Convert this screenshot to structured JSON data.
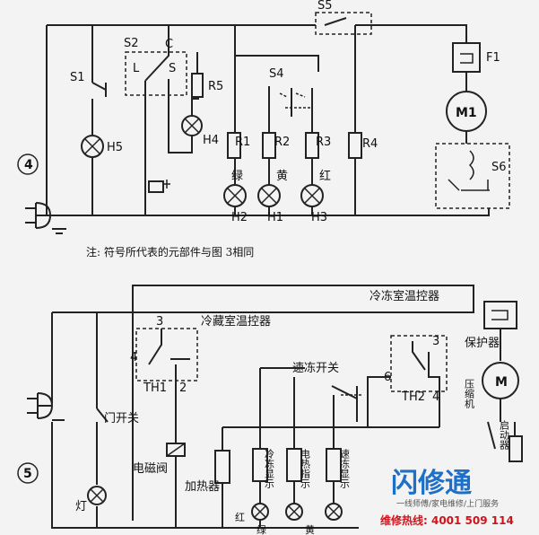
{
  "diagram_top": {
    "figure_number": "4",
    "components": {
      "s1": "S1",
      "s2": "S2",
      "s4": "S4",
      "s5": "S5",
      "s6": "S6",
      "h5": "H5",
      "h1": "H1",
      "h2": "H2",
      "h3": "H3",
      "h4": "H4",
      "r1": "R1",
      "r2": "R2",
      "r3": "R3",
      "r4": "R4",
      "r5": "R5",
      "f1": "F1",
      "m1": "M1",
      "s2_c": "C",
      "s2_l": "L",
      "s2_s": "S",
      "lamp_green": "绿",
      "lamp_yellow": "黄",
      "lamp_red": "红"
    },
    "note": "注: 符号所代表的元部件与图 3相同"
  },
  "diagram_bottom": {
    "figure_number": "5",
    "labels": {
      "freezer_thermostat": "冷冻室温控器",
      "fridge_thermostat": "冷藏室温控器",
      "protector": "保护器",
      "compressor": "压缩机",
      "starter": "启动器",
      "quick_freeze_switch": "速冻开关",
      "door_switch": "门开关",
      "solenoid_valve": "电磁阀",
      "heater": "加热器",
      "lamp": "灯",
      "freeze_display": "冷冻显示",
      "electric_heat_indicator": "电热指示",
      "quick_freeze_display": "速冻显示",
      "color_red": "红",
      "color_green": "绿",
      "color_yellow": "黄",
      "th1": "TH1",
      "th2": "TH2",
      "m": "M",
      "pin3_th1": "3",
      "pin4_th1": "4",
      "pin2_th1": "2",
      "pin3_th2": "3",
      "pin6_th2": "6",
      "pin4_th2": "4"
    }
  },
  "watermark": {
    "brand": "闪修通",
    "tagline": "一线师傅/家电维修/上门服务",
    "hotline": "维修热线: 4001 509 114"
  }
}
